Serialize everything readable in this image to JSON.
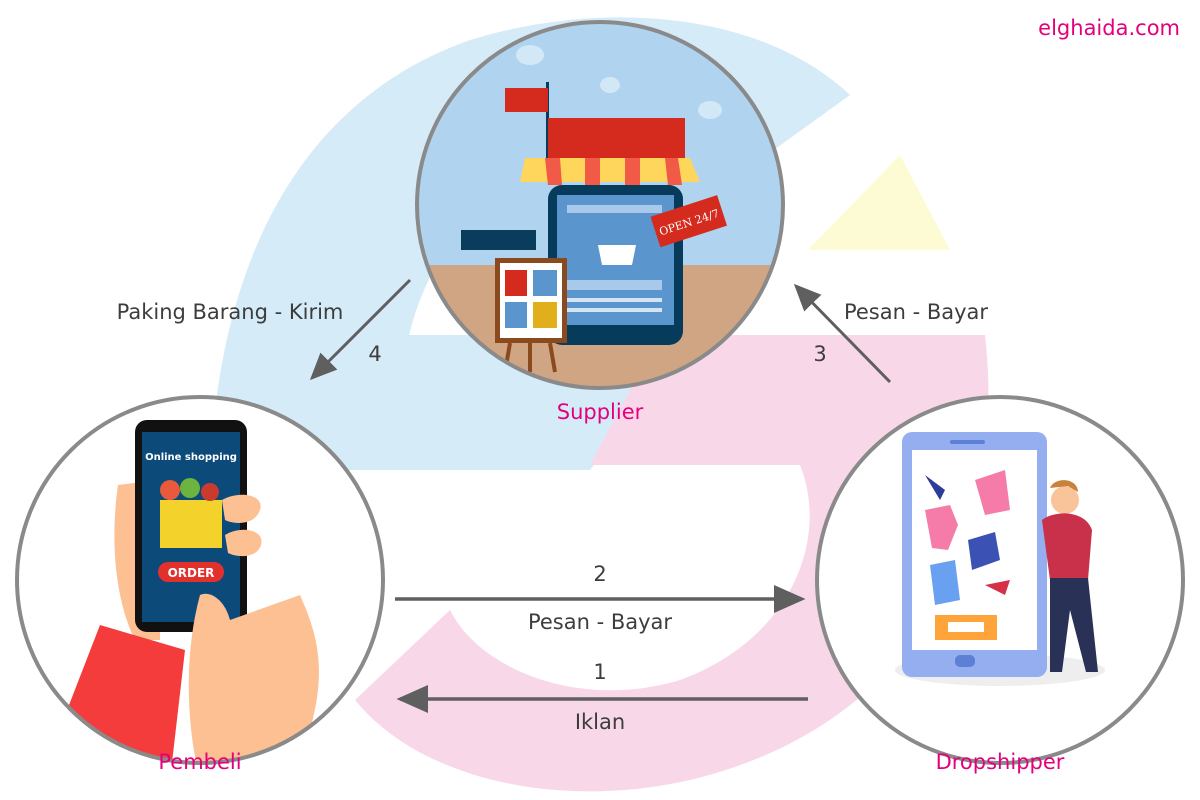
{
  "brand": "elghaida.com",
  "nodes": {
    "supplier": "Supplier",
    "pembeli": "Pembeli",
    "dropshipper": "Dropshipper"
  },
  "steps": [
    {
      "number": "1",
      "label": "Iklan"
    },
    {
      "number": "2",
      "label": "Pesan - Bayar"
    },
    {
      "number": "3",
      "label": "Pesan - Bayar"
    },
    {
      "number": "4",
      "label": "Paking Barang - Kirim"
    }
  ],
  "illustrations": {
    "phone_screen_title": "Online shopping",
    "order_button": "ORDER",
    "open_sign": "OPEN 24/7"
  },
  "colors": {
    "accent": "#e4007c",
    "blue_arc": "#d5ebf8",
    "pink_arc": "#f8d8e8",
    "yellow": "#fdfbd3",
    "arrow": "#5f5f5f"
  }
}
